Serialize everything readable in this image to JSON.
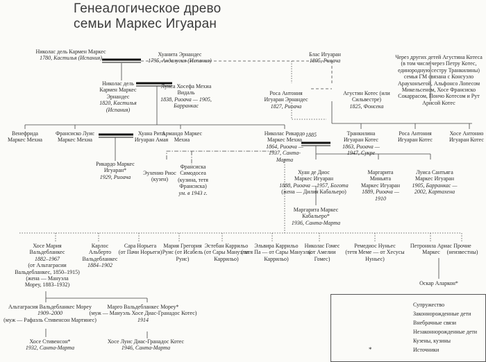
{
  "title": {
    "line1": "Генеалогическое древо",
    "line2": "семьи Маркес Игуаран"
  },
  "people": [
    {
      "id": "nikolas_karmen",
      "name": [
        "Николас дель Кармен Маркес"
      ],
      "dates": [
        "1780, Кастилья (Испания)"
      ]
    },
    {
      "id": "huanita",
      "name": [
        "Хуанита Эрнандес"
      ],
      "dates": [
        "1795, Андалусия (Испания)"
      ]
    },
    {
      "id": "blas",
      "name": [
        "Блас Игуаран"
      ],
      "dates": [
        "1805, Риоача"
      ]
    },
    {
      "id": "cherez",
      "name": [
        "Через других детей Агустина Котеса",
        "(в том числе через Петру Котес,",
        "единородную сестру Транкилины)",
        "семья ГМ связана с Консуэло",
        "Араухонъегой, Альфонсо Лопесом",
        "Микельсеном, Хосе Франсиско",
        "Сокаррасом, Пончо Котесом и Рут",
        "Арисой Котес"
      ],
      "dates": []
    },
    {
      "id": "nikolas2",
      "name": [
        "Николас дель",
        "Кармен Маркес",
        "Эрнандес"
      ],
      "dates": [
        "1820, Кастилья",
        "(Испания)"
      ]
    },
    {
      "id": "luisa_hosefa",
      "name": [
        "Луиса Хосефа Мехиа",
        "Видаль"
      ],
      "dates": [
        "1838, Риоача — 1905,",
        "Барранкас"
      ]
    },
    {
      "id": "rosa_ah",
      "name": [
        "Роса Антония",
        "Игуаран Эрнандес"
      ],
      "dates": [
        "1827, Риоача"
      ]
    },
    {
      "id": "agustin",
      "name": [
        "Агустин Котес (или",
        "Сильвестре)"
      ],
      "dates": [
        "1825, Фонсека"
      ]
    },
    {
      "id": "venefrida",
      "name": [
        "Венефрида",
        "Маркес Мехиа"
      ],
      "dates": []
    },
    {
      "id": "fransisko_luis",
      "name": [
        "Франсиско Луис",
        "Маркес Мехиа"
      ],
      "dates": []
    },
    {
      "id": "huana_rita",
      "name": [
        "Хуана Рита",
        "Игуаран Амая"
      ],
      "dates": []
    },
    {
      "id": "armando",
      "name": [
        "Армандо Маркес",
        "Мехиа"
      ],
      "dates": []
    },
    {
      "id": "nikolas_rikardo",
      "name": [
        "Николас Рикардо",
        "Маркес Мехиа"
      ],
      "dates": [
        "1864, Риоача —",
        "1937, Санта-",
        "Марта"
      ]
    },
    {
      "id": "trankilina",
      "name": [
        "Транкилина",
        "Игуаран Котес"
      ],
      "dates": [
        "1863, Риоача —",
        "1947, Сукре"
      ]
    },
    {
      "id": "rosa_ak",
      "name": [
        "Роса Антония",
        "Игуаран Котес"
      ],
      "dates": []
    },
    {
      "id": "hose_antonio",
      "name": [
        "Хосе Антонио",
        "Игуаран Котес"
      ],
      "dates": []
    },
    {
      "id": "rikardo",
      "name": [
        "Рикардо Маркес",
        "Игуаран*"
      ],
      "dates": [
        "1929, Риоача"
      ]
    },
    {
      "id": "euhenio",
      "name": [
        "Эухенио Риос",
        "(кузен)"
      ],
      "dates": []
    },
    {
      "id": "fransiska",
      "name": [
        "Франсиска",
        "Симодосеа",
        "(кузина, тетя",
        "Франсиска)"
      ],
      "dates": [
        "ум. в 1943 г."
      ]
    },
    {
      "id": "huan_dios",
      "name": [
        "Хуан де Диос",
        "Маркес Игуаран"
      ],
      "dates": [
        "1888, Риоача —1957, Богота"
      ],
      "note": [
        "(жена — Дилия Кабальеро)"
      ]
    },
    {
      "id": "margarita_m",
      "name": [
        "Маргарита",
        "Миньята",
        "Маркес Игуаран"
      ],
      "dates": [
        "1889, Риоача —",
        "1910"
      ]
    },
    {
      "id": "luisa_santiaga",
      "name": [
        "Луиса Сантьяга",
        "Маркес Игуаран"
      ],
      "dates": [
        "1905, Барранкас —",
        "2002, Картахена"
      ]
    },
    {
      "id": "margarita_k",
      "name": [
        "Маргарита Маркес",
        "Кабальеро*"
      ],
      "dates": [
        "1936, Санта-Марта"
      ]
    },
    {
      "id": "hose_maria",
      "name": [
        "Хосе Мария",
        "Вальдебланкес"
      ],
      "dates": [
        "1882–1967"
      ],
      "note": [
        "(от Альтаграсии",
        "Вальдебланкес, 1850–1915)",
        "(жена — Мануэла",
        "Морeу, 1883–1932)"
      ]
    },
    {
      "id": "karlos",
      "name": [
        "Карлос",
        "Альберто",
        "Вальдебланкес"
      ],
      "dates": [
        "1884–1902"
      ]
    },
    {
      "id": "sara",
      "name": [
        "Сара Норьега",
        "(от Пачи Норьеги)"
      ],
      "dates": []
    },
    {
      "id": "maria_gregoria",
      "name": [
        "Мария Грегория",
        "Руис (от Исабель",
        "Руис)"
      ],
      "dates": []
    },
    {
      "id": "esteban",
      "name": [
        "Эстебан Каррильо",
        "(от Сары Мануэлы",
        "Каррильо)"
      ],
      "dates": []
    },
    {
      "id": "elvira",
      "name": [
        "Эльвира Каррильо",
        "(тетя Па — от Сары Мануэлы",
        "Каррильо)"
      ],
      "dates": []
    },
    {
      "id": "nikolas_gomes",
      "name": [
        "Николас Гомес",
        "(от Амелии",
        "Гомес)"
      ],
      "dates": []
    },
    {
      "id": "remedios",
      "name": [
        "Ремедиос Нуньес",
        "(тетя Меме — от Хесусы",
        "Нуньес)"
      ],
      "dates": []
    },
    {
      "id": "petronila",
      "name": [
        "Петронила Ариас",
        "Маркес"
      ],
      "dates": []
    },
    {
      "id": "prochie",
      "name": [
        "Прочие",
        "(неизвестны)"
      ],
      "dates": []
    },
    {
      "id": "oskar",
      "name": [
        "Оскар Аларкон*"
      ],
      "dates": []
    },
    {
      "id": "altagrasia",
      "name": [
        "Альтаграсия Вальдебланкес Морeу"
      ],
      "dates": [
        "1909–2000"
      ],
      "note": [
        "(муж — Рафаэль Стивенсон Мартинес)"
      ]
    },
    {
      "id": "margo",
      "name": [
        "Марго Вальдебланкес Морeу*"
      ],
      "dates": [],
      "note": [
        "(муж — Мануэль Хосе Диас-Гранадос Котес)"
      ],
      "dates2": [
        "1914"
      ]
    },
    {
      "id": "hose_stivenson",
      "name": [
        "Хосе Стивенсон*"
      ],
      "dates": [
        "1932, Санта-Марта"
      ]
    },
    {
      "id": "hose_luis",
      "name": [
        "Хосе Луис Диас-Гранадос Котес"
      ],
      "dates": [
        "1946, Санта-Марта"
      ]
    }
  ],
  "year_1885": "1885",
  "legend": [
    {
      "label": "Супружество",
      "style": "marriage"
    },
    {
      "label": "Законнорожденные дети",
      "style": "solid"
    },
    {
      "label": "Внебрачные связи",
      "style": "dashed"
    },
    {
      "label": "Незаконнорожденные дети",
      "style": "dotted"
    },
    {
      "label": "Кузены, кузины",
      "style": "dashdot"
    },
    {
      "label": "Источники",
      "style": "star"
    }
  ],
  "colors": {
    "ink": "#2a2a2a",
    "line": "#444444",
    "paper": "#fbfbf8"
  }
}
